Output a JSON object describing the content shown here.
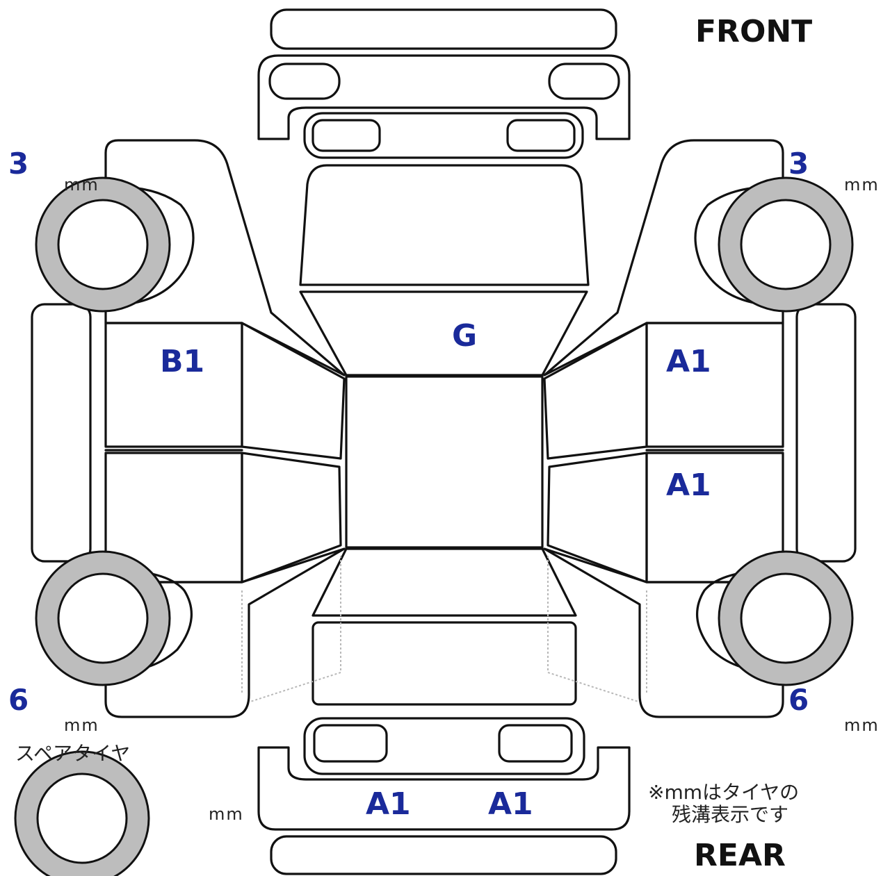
{
  "directions": {
    "front": "FRONT",
    "rear": "REAR"
  },
  "panels": {
    "roof": "G",
    "left_side": "B1",
    "right_front_door": "A1",
    "right_rear_door": "A1",
    "rear_bumper_left": "A1",
    "rear_bumper_right": "A1"
  },
  "tread_depth": {
    "unit": "mm",
    "front_left": "3",
    "front_right": "3",
    "rear_left": "6",
    "rear_right": "6",
    "spare": ""
  },
  "spare_label": "スペアタイヤ",
  "note": {
    "line1": "※mmはタイヤの",
    "line2": "残溝表示です"
  },
  "colors": {
    "label": "#1a2a9a",
    "tire": "#bdbdbd",
    "outline": "#111111"
  }
}
